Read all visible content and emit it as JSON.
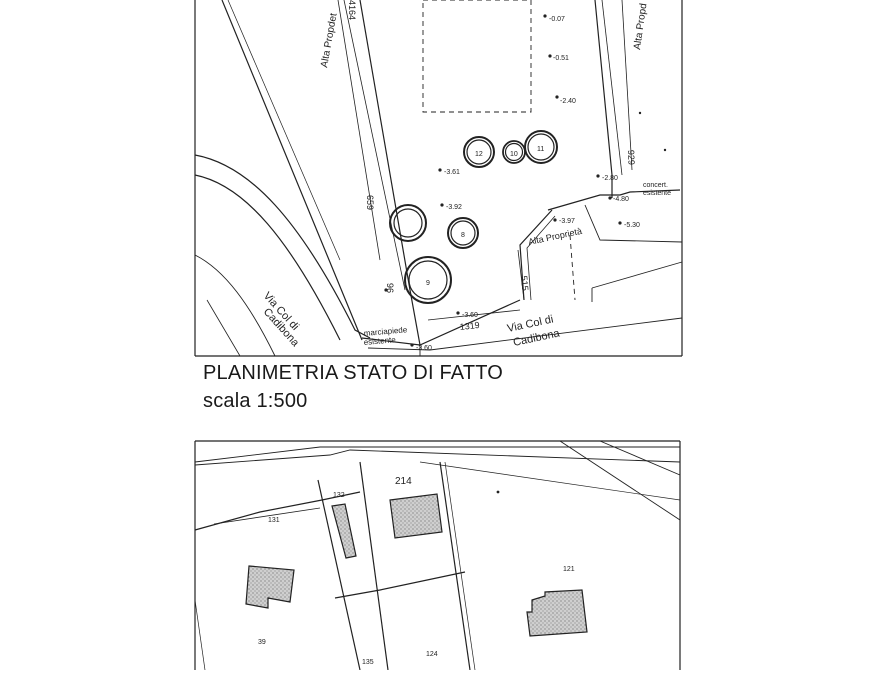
{
  "title": "PLANIMETRIA STATO DI FATTO",
  "scale": "scala 1:500",
  "survey": {
    "labels": {
      "alta_left": "Alta Propdet",
      "alta_right": "Alta Propd",
      "alta_bottom": "Alta Proprietà",
      "street_left_1": "Via Col di",
      "street_left_2": "Cadibona",
      "street_right_1": "Via Col di",
      "street_right_2": "Cadibona",
      "marciapiede_1": "marciapiede",
      "marciapiede_2": "esistente",
      "concert_1": "concert.",
      "concert_2": "esistente"
    },
    "dimensions": {
      "d_top_left": "4164",
      "d_left_mid": "659",
      "d_left_low": "96",
      "d_bottom": "1319",
      "d_right_low": "515",
      "d_right_mid": "929"
    },
    "spot_levels": [
      "-0.07",
      "-0.51",
      "-2.40",
      "-3.61",
      "-3.92",
      "-2.80",
      "-4.80",
      "-3.97",
      "-5.30",
      "-3.60",
      "-3.60"
    ],
    "trees": [
      "12",
      "10",
      "11",
      "8",
      "9"
    ]
  },
  "cadastral": {
    "parcels": [
      "214",
      "132",
      "131",
      "121",
      "39",
      "135",
      "124"
    ]
  }
}
